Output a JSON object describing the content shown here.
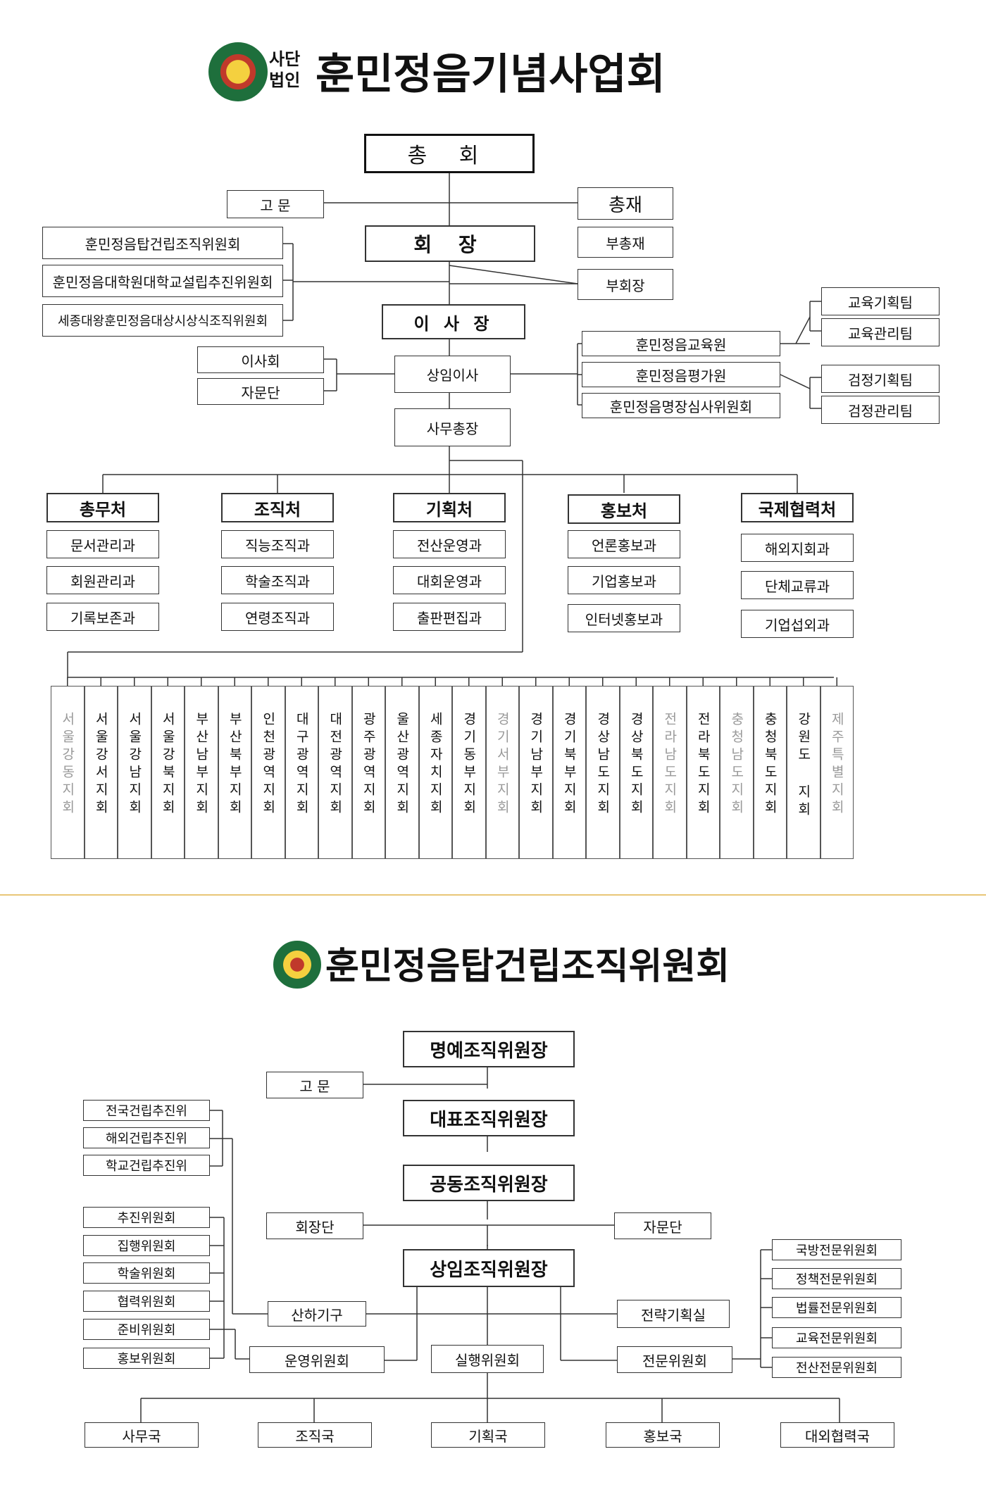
{
  "chart1": {
    "org_type": "사단\n법인",
    "title": "훈민정음기념사업회",
    "top": "총 회",
    "advisor": "고 문",
    "president": "총재",
    "vice_president": "부총재",
    "chair": "회 장",
    "vice_chair": "부회장",
    "left_committees": [
      "훈민정음탑건립조직위원회",
      "훈민정음대학원대학교설립추진위원회",
      "세종대왕훈민정음대상시상식조직위원회"
    ],
    "board_chair": "이 사 장",
    "standing_director": "상임이사",
    "left_councils": [
      "이사회",
      "자문단"
    ],
    "institutes": [
      "훈민정음교육원",
      "훈민정음평가원",
      "훈민정음명장심사위원회"
    ],
    "edu_teams": [
      "교육기획팀",
      "교육관리팀"
    ],
    "exam_teams": [
      "검정기획팀",
      "검정관리팀"
    ],
    "secretary_general": "사무총장",
    "departments": [
      {
        "name": "총무처",
        "sections": [
          "문서관리과",
          "회원관리과",
          "기록보존과"
        ]
      },
      {
        "name": "조직처",
        "sections": [
          "직능조직과",
          "학술조직과",
          "연령조직과"
        ]
      },
      {
        "name": "기획처",
        "sections": [
          "전산운영과",
          "대회운영과",
          "출판편집과"
        ]
      },
      {
        "name": "홍보처",
        "sections": [
          "언론홍보과",
          "기업홍보과",
          "인터넷홍보과"
        ]
      },
      {
        "name": "국제협력처",
        "sections": [
          "해외지회과",
          "단체교류과",
          "기업섭외과"
        ]
      }
    ],
    "branches": [
      {
        "name": "서울강동지회",
        "grey": true
      },
      {
        "name": "서울강서지회",
        "grey": false
      },
      {
        "name": "서울강남지회",
        "grey": false
      },
      {
        "name": "서울강북지회",
        "grey": false
      },
      {
        "name": "부산남부지회",
        "grey": false
      },
      {
        "name": "부산북부지회",
        "grey": false
      },
      {
        "name": "인천광역지회",
        "grey": false
      },
      {
        "name": "대구광역지회",
        "grey": false
      },
      {
        "name": "대전광역지회",
        "grey": false
      },
      {
        "name": "광주광역지회",
        "grey": false
      },
      {
        "name": "울산광역지회",
        "grey": false
      },
      {
        "name": "세종자치지회",
        "grey": false
      },
      {
        "name": "경기동부지회",
        "grey": false
      },
      {
        "name": "경기서부지회",
        "grey": true
      },
      {
        "name": "경기남부지회",
        "grey": false
      },
      {
        "name": "경기북부지회",
        "grey": false
      },
      {
        "name": "경상남도지회",
        "grey": false
      },
      {
        "name": "경상북도지회",
        "grey": false
      },
      {
        "name": "전라남도지회",
        "grey": true
      },
      {
        "name": "전라북도지회",
        "grey": false
      },
      {
        "name": "충청남도지회",
        "grey": true
      },
      {
        "name": "충청북도지회",
        "grey": false
      },
      {
        "name": "강원도 지회",
        "grey": false
      },
      {
        "name": "제주특별지회",
        "grey": true
      }
    ]
  },
  "chart2": {
    "title": "훈민정음탑건립조직위원회",
    "honorary": "명예조직위원장",
    "advisor": "고 문",
    "representative": "대표조직위원장",
    "co_chair": "공동조직위원장",
    "presidium": "회장단",
    "advisory_group": "자문단",
    "standing_chair": "상임조직위원장",
    "promo_groups": [
      "전국건립추진위",
      "해외건립추진위",
      "학교건립추진위"
    ],
    "committees": [
      "추진위원회",
      "집행위원회",
      "학술위원회",
      "협력위원회",
      "준비위원회",
      "홍보위원회"
    ],
    "subsidiary": "산하기구",
    "operations": "운영위원회",
    "executive": "실행위원회",
    "strategy": "전략기획실",
    "expert": "전문위원회",
    "expert_committees": [
      "국방전문위원회",
      "정책전문위원회",
      "법률전문위원회",
      "교육전문위원회",
      "전산전문위원회"
    ],
    "bureaus": [
      "사무국",
      "조직국",
      "기획국",
      "홍보국",
      "대외협력국"
    ]
  },
  "colors": {
    "divider": "#e8c677",
    "emblem_ring": "#1e6f3c",
    "emblem_inner": "#f4d03f",
    "grey_text": "#999999"
  }
}
